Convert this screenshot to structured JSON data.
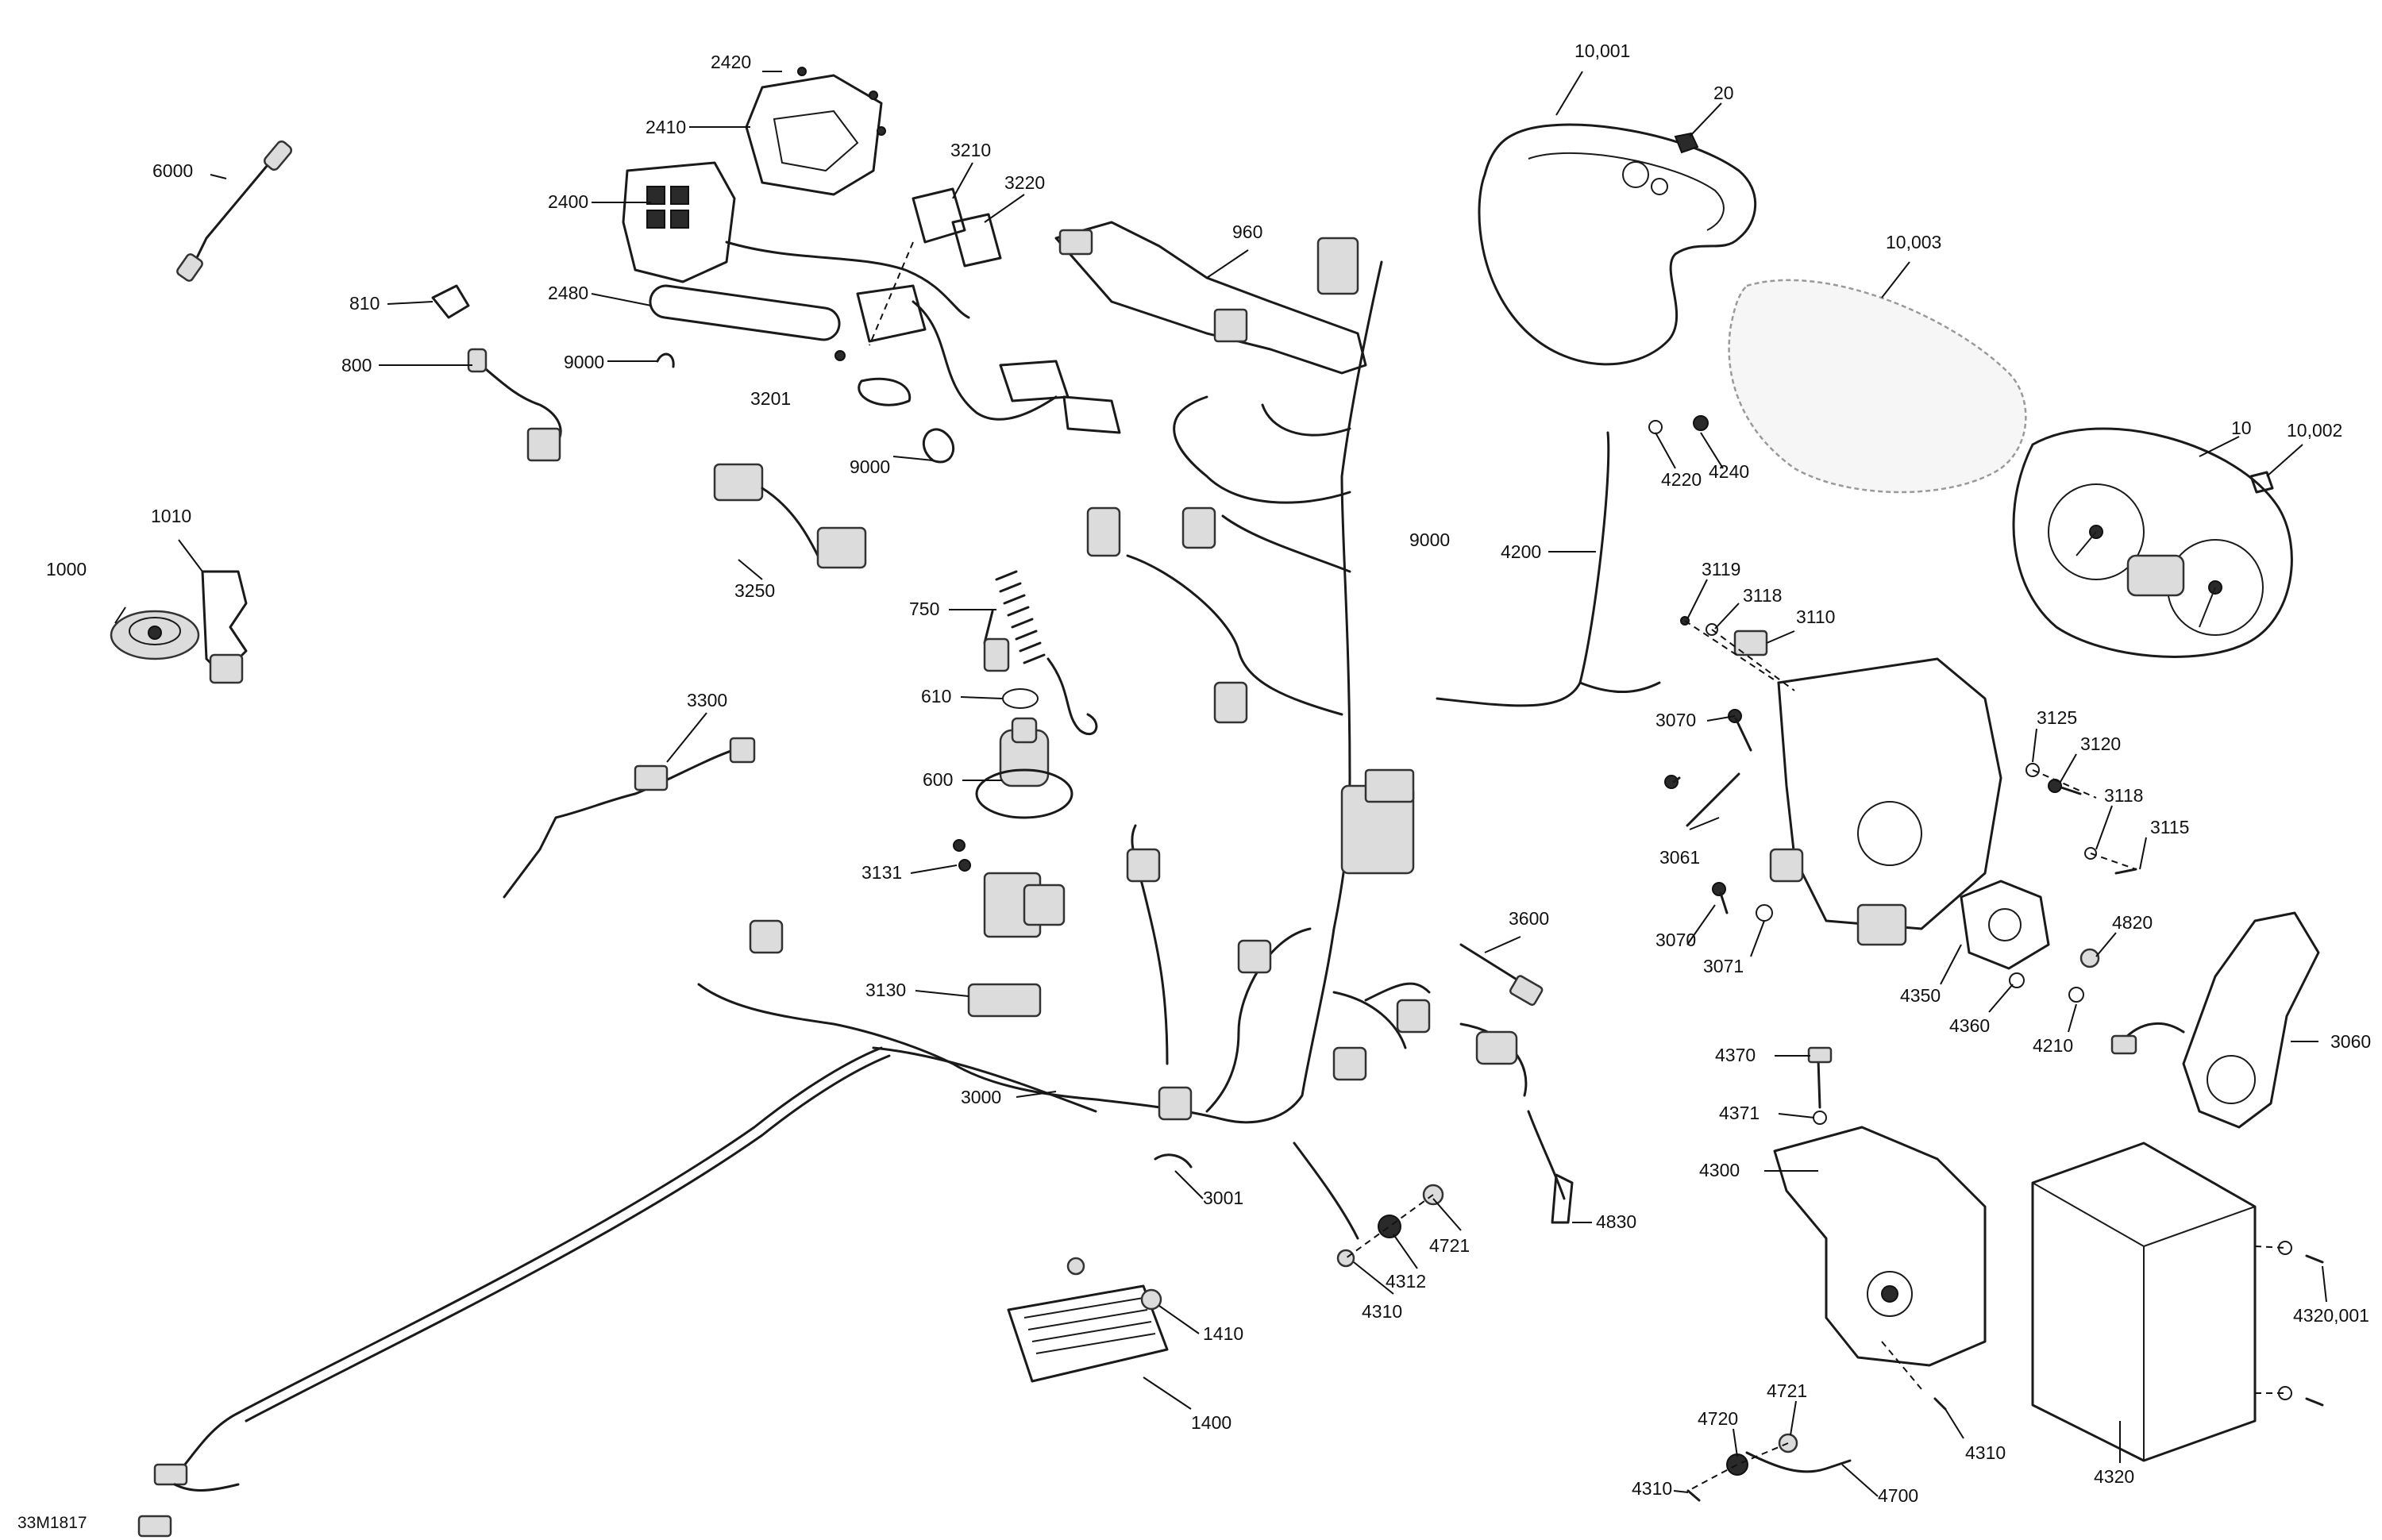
{
  "diagram": {
    "reference_code": "33M1817",
    "callouts": [
      {
        "id": "c2420",
        "label": "2420"
      },
      {
        "id": "c2410",
        "label": "2410"
      },
      {
        "id": "c2400",
        "label": "2400"
      },
      {
        "id": "c2480",
        "label": "2480"
      },
      {
        "id": "c9000a",
        "label": "9000"
      },
      {
        "id": "c9000b",
        "label": "9000"
      },
      {
        "id": "c9000c",
        "label": "9000"
      },
      {
        "id": "c6000",
        "label": "6000"
      },
      {
        "id": "c810",
        "label": "810"
      },
      {
        "id": "c800",
        "label": "800"
      },
      {
        "id": "c3210",
        "label": "3210"
      },
      {
        "id": "c3220",
        "label": "3220"
      },
      {
        "id": "c3201",
        "label": "3201"
      },
      {
        "id": "c960",
        "label": "960"
      },
      {
        "id": "c10001",
        "label": "10,001"
      },
      {
        "id": "c20",
        "label": "20"
      },
      {
        "id": "c10003",
        "label": "10,003"
      },
      {
        "id": "c10",
        "label": "10"
      },
      {
        "id": "c10002",
        "label": "10,002"
      },
      {
        "id": "c4220",
        "label": "4220"
      },
      {
        "id": "c4240",
        "label": "4240"
      },
      {
        "id": "c4200",
        "label": "4200"
      },
      {
        "id": "c1010",
        "label": "1010"
      },
      {
        "id": "c1000",
        "label": "1000"
      },
      {
        "id": "c3250",
        "label": "3250"
      },
      {
        "id": "c750",
        "label": "750"
      },
      {
        "id": "c610",
        "label": "610"
      },
      {
        "id": "c600",
        "label": "600"
      },
      {
        "id": "c3300",
        "label": "3300"
      },
      {
        "id": "c3131",
        "label": "3131"
      },
      {
        "id": "c3130",
        "label": "3130"
      },
      {
        "id": "c3000",
        "label": "3000"
      },
      {
        "id": "c3001",
        "label": "3001"
      },
      {
        "id": "c3600",
        "label": "3600"
      },
      {
        "id": "c3119",
        "label": "3119"
      },
      {
        "id": "c3118a",
        "label": "3118"
      },
      {
        "id": "c3110",
        "label": "3110"
      },
      {
        "id": "c3070a",
        "label": "3070"
      },
      {
        "id": "c3061",
        "label": "3061"
      },
      {
        "id": "c3070b",
        "label": "3070"
      },
      {
        "id": "c3071",
        "label": "3071"
      },
      {
        "id": "c3125",
        "label": "3125"
      },
      {
        "id": "c3120",
        "label": "3120"
      },
      {
        "id": "c3118b",
        "label": "3118"
      },
      {
        "id": "c3115",
        "label": "3115"
      },
      {
        "id": "c4820",
        "label": "4820"
      },
      {
        "id": "c4350",
        "label": "4350"
      },
      {
        "id": "c4360",
        "label": "4360"
      },
      {
        "id": "c4210",
        "label": "4210"
      },
      {
        "id": "c3060",
        "label": "3060"
      },
      {
        "id": "c4370",
        "label": "4370"
      },
      {
        "id": "c4371",
        "label": "4371"
      },
      {
        "id": "c4300",
        "label": "4300"
      },
      {
        "id": "c4830",
        "label": "4830"
      },
      {
        "id": "c4721a",
        "label": "4721"
      },
      {
        "id": "c4312",
        "label": "4312"
      },
      {
        "id": "c4310a",
        "label": "4310"
      },
      {
        "id": "c1410",
        "label": "1410"
      },
      {
        "id": "c1400",
        "label": "1400"
      },
      {
        "id": "c4320001",
        "label": "4320,001"
      },
      {
        "id": "c4320",
        "label": "4320"
      },
      {
        "id": "c4310b",
        "label": "4310"
      },
      {
        "id": "c4721b",
        "label": "4721"
      },
      {
        "id": "c4720",
        "label": "4720"
      },
      {
        "id": "c4310c",
        "label": "4310"
      },
      {
        "id": "c4700",
        "label": "4700"
      }
    ]
  }
}
